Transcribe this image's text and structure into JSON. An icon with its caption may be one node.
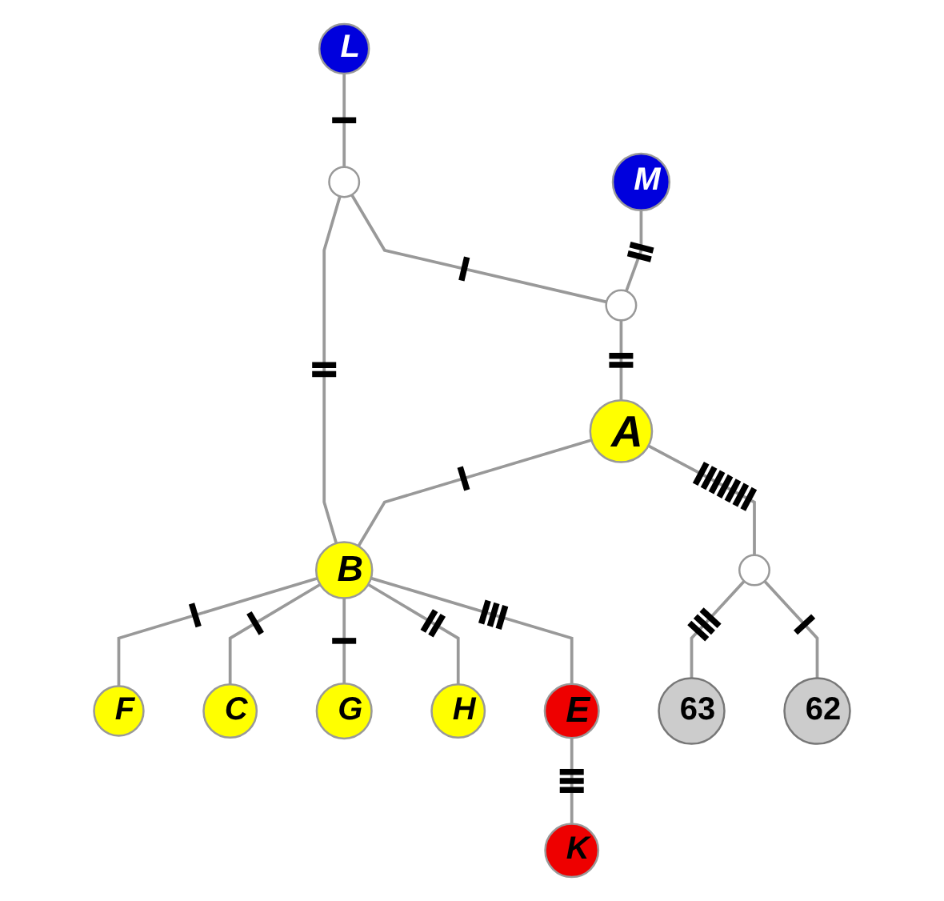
{
  "diagram": {
    "nodes": [
      {
        "text": [
          "L"
        ]
      },
      {
        "text": [
          "F"
        ]
      },
      {
        "text": [
          "C"
        ]
      },
      {
        "text": [
          "G"
        ]
      },
      {
        "text": [],
        "shape": "circle"
      },
      {
        "text": [
          "B"
        ]
      },
      {
        "text": [
          "H"
        ]
      },
      {
        "text": [
          "M"
        ]
      },
      {
        "text": [],
        "shape": "circle"
      },
      {
        "text": [
          "A"
        ]
      },
      {
        "text": [
          "E"
        ]
      },
      {
        "text": [
          "K"
        ]
      },
      {
        "text": [],
        "shape": "circle"
      },
      {
        "text": [
          "63"
        ]
      },
      {
        "text": [
          "62"
        ]
      }
    ],
    "edges": [
      {
        "from": 0,
        "to": 4,
        "arrow": "none"
      },
      {
        "from": 4,
        "to": 5,
        "arrow": "none"
      },
      {
        "from": 4,
        "to": 8,
        "arrow": "none"
      },
      {
        "from": 7,
        "to": 8,
        "arrow": "none"
      },
      {
        "from": 8,
        "to": 9,
        "arrow": "none"
      },
      {
        "from": 9,
        "to": 5,
        "arrow": "none"
      },
      {
        "from": 5,
        "to": 1,
        "arrow": "none"
      },
      {
        "from": 5,
        "to": 2,
        "arrow": "none"
      },
      {
        "from": 5,
        "to": 3,
        "arrow": "none"
      },
      {
        "from": 5,
        "to": 6,
        "arrow": "none"
      },
      {
        "from": 5,
        "to": 10,
        "arrow": "none"
      },
      {
        "from": 10,
        "to": 11,
        "arrow": "none"
      },
      {
        "from": 9,
        "to": 12,
        "arrow": "none"
      },
      {
        "from": 12,
        "to": 13,
        "arrow": "none"
      },
      {
        "from": 12,
        "to": 14,
        "arrow": "none"
      }
    ]
  }
}
